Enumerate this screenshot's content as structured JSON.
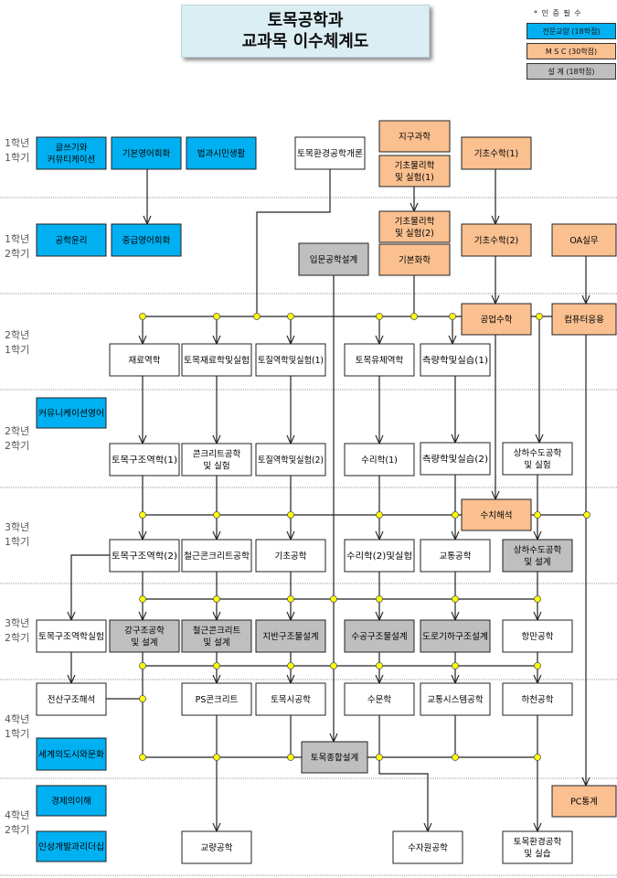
{
  "title": {
    "line1": "토목공학과",
    "line2": "교과목 이수체계도"
  },
  "legend": {
    "note": "* 인 증 필 수",
    "items": [
      {
        "label": "전문교양 (18학점)",
        "category": "general",
        "color": "#00b0f0"
      },
      {
        "label": "M S C (30학점)",
        "category": "msc",
        "color": "#fac090"
      },
      {
        "label": "설   계 (18학점)",
        "category": "design",
        "color": "#bfbfbf"
      }
    ]
  },
  "colors": {
    "general": "#00b0f0",
    "msc": "#fac090",
    "design": "#bfbfbf",
    "major": "#ffffff",
    "junction": "#ffff00"
  },
  "semesters": [
    {
      "year": "1학년",
      "term": "1학기"
    },
    {
      "year": "1학년",
      "term": "2학기"
    },
    {
      "year": "2학년",
      "term": "1학기"
    },
    {
      "year": "2학년",
      "term": "2학기"
    },
    {
      "year": "3학년",
      "term": "1학기"
    },
    {
      "year": "3학년",
      "term": "2학기"
    },
    {
      "year": "4학년",
      "term": "1학기"
    },
    {
      "year": "4학년",
      "term": "2학기"
    }
  ],
  "courses": [
    {
      "id": "c1",
      "lines": [
        "글쓰기와",
        "커뮤티케이션"
      ],
      "category": "general"
    },
    {
      "id": "c2",
      "lines": [
        "기본영어회화"
      ],
      "category": "general"
    },
    {
      "id": "c3",
      "lines": [
        "법과시민생활"
      ],
      "category": "general"
    },
    {
      "id": "c4",
      "lines": [
        "토목환경공학개론"
      ],
      "category": "major"
    },
    {
      "id": "c5",
      "lines": [
        "지구과학"
      ],
      "category": "msc"
    },
    {
      "id": "c6",
      "lines": [
        "기초물리학",
        "및 실험(1)"
      ],
      "category": "msc"
    },
    {
      "id": "c7",
      "lines": [
        "기초수학(1)"
      ],
      "category": "msc"
    },
    {
      "id": "c8",
      "lines": [
        "공학윤리"
      ],
      "category": "general"
    },
    {
      "id": "c9",
      "lines": [
        "중급영어회화"
      ],
      "category": "general"
    },
    {
      "id": "c10",
      "lines": [
        "입문공학설계"
      ],
      "category": "design"
    },
    {
      "id": "c11",
      "lines": [
        "기초물리학",
        "및 실험(2)"
      ],
      "category": "msc"
    },
    {
      "id": "c12",
      "lines": [
        "기본화학"
      ],
      "category": "msc"
    },
    {
      "id": "c13",
      "lines": [
        "기초수학(2)"
      ],
      "category": "msc"
    },
    {
      "id": "c14",
      "lines": [
        "OA실무"
      ],
      "category": "msc"
    },
    {
      "id": "c15",
      "lines": [
        "공업수학"
      ],
      "category": "msc"
    },
    {
      "id": "c16",
      "lines": [
        "컴퓨터응용"
      ],
      "category": "msc"
    },
    {
      "id": "c17",
      "lines": [
        "재료역학"
      ],
      "category": "major"
    },
    {
      "id": "c18",
      "lines": [
        "토목재료학및실험"
      ],
      "category": "major"
    },
    {
      "id": "c19",
      "lines": [
        "토질역학및실험(1)"
      ],
      "category": "major"
    },
    {
      "id": "c20",
      "lines": [
        "토목유체역학"
      ],
      "category": "major"
    },
    {
      "id": "c21",
      "lines": [
        "측량학및실습(1)"
      ],
      "category": "major"
    },
    {
      "id": "c22",
      "lines": [
        "커뮤니케이션영어"
      ],
      "category": "general"
    },
    {
      "id": "c23",
      "lines": [
        "토목구조역학(1)"
      ],
      "category": "major"
    },
    {
      "id": "c24",
      "lines": [
        "콘크리트공학",
        "및 실험"
      ],
      "category": "major"
    },
    {
      "id": "c25",
      "lines": [
        "토질역학및실험(2)"
      ],
      "category": "major"
    },
    {
      "id": "c26",
      "lines": [
        "수리학(1)"
      ],
      "category": "major"
    },
    {
      "id": "c27",
      "lines": [
        "측량학및실습(2)"
      ],
      "category": "major"
    },
    {
      "id": "c28",
      "lines": [
        "상하수도공학",
        "및 실험"
      ],
      "category": "major"
    },
    {
      "id": "c29",
      "lines": [
        "수치해석"
      ],
      "category": "msc"
    },
    {
      "id": "c30",
      "lines": [
        "토목구조역학(2)"
      ],
      "category": "major"
    },
    {
      "id": "c31",
      "lines": [
        "철근콘크리트공학"
      ],
      "category": "major"
    },
    {
      "id": "c32",
      "lines": [
        "기초공학"
      ],
      "category": "major"
    },
    {
      "id": "c33",
      "lines": [
        "수리학(2)및실험"
      ],
      "category": "major"
    },
    {
      "id": "c34",
      "lines": [
        "교통공학"
      ],
      "category": "major"
    },
    {
      "id": "c35",
      "lines": [
        "상하수도공학",
        "및 설계"
      ],
      "category": "design"
    },
    {
      "id": "c36",
      "lines": [
        "토목구조역학실험"
      ],
      "category": "major"
    },
    {
      "id": "c37",
      "lines": [
        "강구조공학",
        "및 설계"
      ],
      "category": "design"
    },
    {
      "id": "c38",
      "lines": [
        "철근콘크리트",
        "및 설계"
      ],
      "category": "design"
    },
    {
      "id": "c39",
      "lines": [
        "지반구조물설계"
      ],
      "category": "design"
    },
    {
      "id": "c40",
      "lines": [
        "수공구조물설계"
      ],
      "category": "design"
    },
    {
      "id": "c41",
      "lines": [
        "도로기하구조설계"
      ],
      "category": "design"
    },
    {
      "id": "c42",
      "lines": [
        "항만공학"
      ],
      "category": "major"
    },
    {
      "id": "c43",
      "lines": [
        "전산구조해석"
      ],
      "category": "major"
    },
    {
      "id": "c44",
      "lines": [
        "PS콘크리트"
      ],
      "category": "major"
    },
    {
      "id": "c45",
      "lines": [
        "토목시공학"
      ],
      "category": "major"
    },
    {
      "id": "c46",
      "lines": [
        "수문학"
      ],
      "category": "major"
    },
    {
      "id": "c47",
      "lines": [
        "교통시스템공학"
      ],
      "category": "major"
    },
    {
      "id": "c48",
      "lines": [
        "하천공학"
      ],
      "category": "major"
    },
    {
      "id": "c49",
      "lines": [
        "세계의도시와문화"
      ],
      "category": "general"
    },
    {
      "id": "c50",
      "lines": [
        "토목종합설계"
      ],
      "category": "design"
    },
    {
      "id": "c51",
      "lines": [
        "경제의이해"
      ],
      "category": "general"
    },
    {
      "id": "c52",
      "lines": [
        "PC통계"
      ],
      "category": "msc"
    },
    {
      "id": "c53",
      "lines": [
        "인성개발과리더십"
      ],
      "category": "general"
    },
    {
      "id": "c54",
      "lines": [
        "교량공학"
      ],
      "category": "major"
    },
    {
      "id": "c55",
      "lines": [
        "수자원공학"
      ],
      "category": "major"
    },
    {
      "id": "c56",
      "lines": [
        "토목환경공학",
        "및 실습"
      ],
      "category": "major"
    }
  ]
}
